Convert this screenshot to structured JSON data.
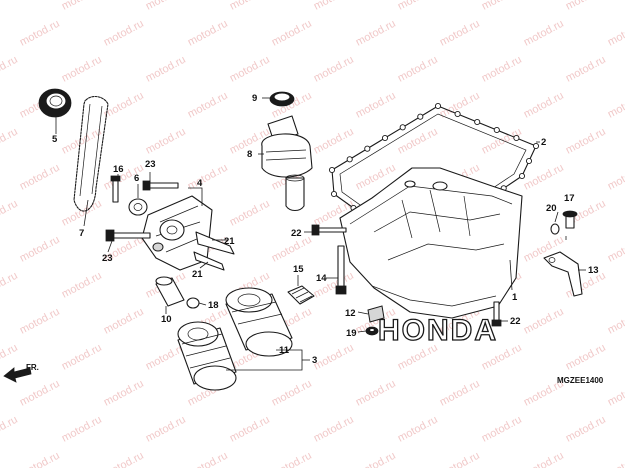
{
  "diagram": {
    "code": "MGZEE1400",
    "brand_mark": "HONDA",
    "direction_label": "FR.",
    "watermark": "motod.ru",
    "callouts": [
      {
        "id": "c1",
        "label": "1"
      },
      {
        "id": "c2",
        "label": "2"
      },
      {
        "id": "c3",
        "label": "3"
      },
      {
        "id": "c4",
        "label": "4"
      },
      {
        "id": "c5",
        "label": "5"
      },
      {
        "id": "c6",
        "label": "6"
      },
      {
        "id": "c7",
        "label": "7"
      },
      {
        "id": "c8",
        "label": "8"
      },
      {
        "id": "c9",
        "label": "9"
      },
      {
        "id": "c10",
        "label": "10"
      },
      {
        "id": "c11",
        "label": "11"
      },
      {
        "id": "c12",
        "label": "12"
      },
      {
        "id": "c13",
        "label": "13"
      },
      {
        "id": "c14",
        "label": "14"
      },
      {
        "id": "c15",
        "label": "15"
      },
      {
        "id": "c16",
        "label": "16"
      },
      {
        "id": "c17",
        "label": "17"
      },
      {
        "id": "c18",
        "label": "18"
      },
      {
        "id": "c19",
        "label": "19"
      },
      {
        "id": "c20",
        "label": "20"
      },
      {
        "id": "c21a",
        "label": "21"
      },
      {
        "id": "c21b",
        "label": "21"
      },
      {
        "id": "c22a",
        "label": "22"
      },
      {
        "id": "c22b",
        "label": "22"
      },
      {
        "id": "c23a",
        "label": "23"
      },
      {
        "id": "c23b",
        "label": "23"
      }
    ]
  }
}
